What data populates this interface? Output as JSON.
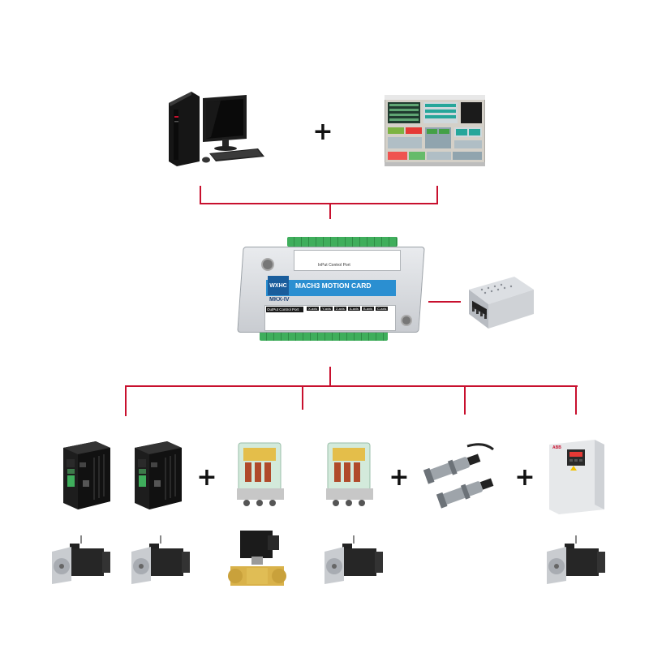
{
  "diagram": {
    "connector_color": "#c8102e",
    "plus_sign": "+",
    "motion_card": {
      "brand_logo": "WXHC",
      "title": "MACH3 MOTION CARD",
      "model": "MKX-IV",
      "input_port_label": "InPut Control Port",
      "output_port_label": "OutPut Control Port",
      "axis_labels": [
        "X-axis",
        "Y-axis",
        "Z-axis",
        "A-axis",
        "B-axis",
        "C-axis"
      ]
    },
    "inverter_brand": "ABB"
  }
}
